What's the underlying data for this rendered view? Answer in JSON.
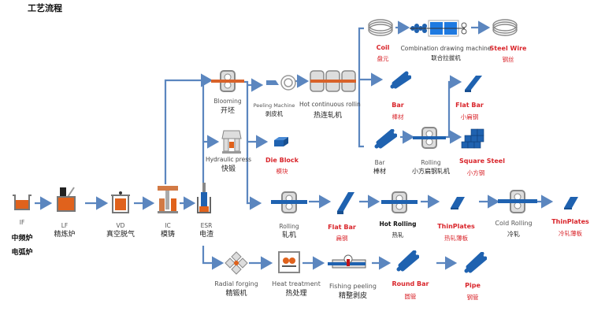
{
  "title": "工艺流程",
  "colors": {
    "flow_line": "#5b86bf",
    "product_blue": "#1f62b0",
    "molten": "#e0621c",
    "label_red": "#d9252b",
    "machine_gray": "#8a8a8a"
  },
  "nodes": {
    "if": {
      "en": "IF",
      "cn": "中频炉",
      "cn2": "电弧炉"
    },
    "lf": {
      "en": "LF",
      "cn": "精炼炉"
    },
    "vd": {
      "en": "VD",
      "cn": "真空脱气"
    },
    "ic": {
      "en": "IC",
      "cn": "模铸"
    },
    "esr": {
      "en": "ESR",
      "cn": "电渣"
    },
    "blooming": {
      "en": "Blooming",
      "cn": "开坯"
    },
    "peeling": {
      "en": "Peeling Machine",
      "cn": "剥皮机"
    },
    "hot_continuous": {
      "en": "Hot continuous rolling",
      "cn": "热连轧机"
    },
    "hydraulic": {
      "en": "Hydraulic press",
      "cn": "快锻"
    },
    "die_block": {
      "en": "Die Block",
      "cn": "模块"
    },
    "coil": {
      "en": "Coil",
      "cn": "盘元"
    },
    "combination": {
      "en": "Combination drawing machine",
      "cn": "联合拉拔机"
    },
    "steel_wire": {
      "en": "Steel Wire",
      "cn": "钢丝"
    },
    "bar_red": {
      "en": "Bar",
      "cn": "棒材"
    },
    "flat_bar_small": {
      "en": "Flat Bar",
      "cn": "小扁钢"
    },
    "bar": {
      "en": "Bar",
      "cn": "棒材"
    },
    "rolling_small": {
      "en": "Rolling",
      "cn": "小方扁钢轧机"
    },
    "square_steel": {
      "en": "Square Steel",
      "cn": "小方钢"
    },
    "rolling": {
      "en": "Rolling",
      "cn": "轧机"
    },
    "flat_bar": {
      "en": "Flat Bar",
      "cn": "扁钢"
    },
    "hot_rolling": {
      "en": "Hot Rolling",
      "cn": "热轧"
    },
    "thin_plates_hot": {
      "en": "ThinPlates",
      "cn": "热轧薄板"
    },
    "cold_rolling": {
      "en": "Cold Rolling",
      "cn": "冷轧"
    },
    "thin_plates_cold": {
      "en": "ThinPlates",
      "cn": "冷轧薄板"
    },
    "radial": {
      "en": "Radial forging",
      "cn": "精锻机"
    },
    "heat": {
      "en": "Heat treatment",
      "cn": "热处理"
    },
    "fishing": {
      "en": "Fishing peeling",
      "cn": "精整剥皮"
    },
    "round_bar": {
      "en": "Round Bar",
      "cn": "圆管"
    },
    "pipe": {
      "en": "Pipe",
      "cn": "钢管"
    }
  }
}
